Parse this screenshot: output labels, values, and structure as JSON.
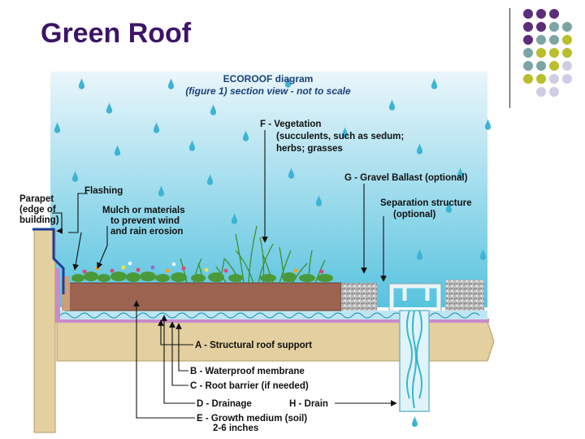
{
  "slide": {
    "title": "Green Roof"
  },
  "diagram": {
    "heading": "ECOROOF diagram",
    "subheading": "(figure 1)  section view - not to scale",
    "labels": {
      "parapet": [
        "Parapet",
        "(edge of",
        "building)"
      ],
      "flashing": "Flashing",
      "mulch": [
        "Mulch or materials",
        "to prevent wind",
        "and rain erosion"
      ],
      "vegetation": [
        "F - Vegetation",
        "(succulents, such as sedum;",
        "herbs; grasses"
      ],
      "gravel": "G - Gravel Ballast (optional)",
      "separation": [
        "Separation structure",
        "(optional)"
      ],
      "structural": "A - Structural roof support",
      "membrane": "B - Waterproof membrane",
      "root": "C - Root barrier (if needed)",
      "drainage": "D - Drainage",
      "drain": "H - Drain",
      "growth": [
        "E - Growth medium (soil)",
        "2-6 inches"
      ]
    }
  },
  "colors": {
    "title": "#3d1466",
    "sky_top": "#eaf6fb",
    "sky_bottom": "#57c3df",
    "soil": "#9c6450",
    "structure": "#e3cfa0",
    "membrane": "#c98cc9",
    "drain_water": "#38b7cc",
    "dot_purple": "#5b2d7a",
    "dot_teal": "#7ea5a5",
    "dot_olive": "#b9be2c",
    "dot_lavender": "#cfcde4"
  }
}
